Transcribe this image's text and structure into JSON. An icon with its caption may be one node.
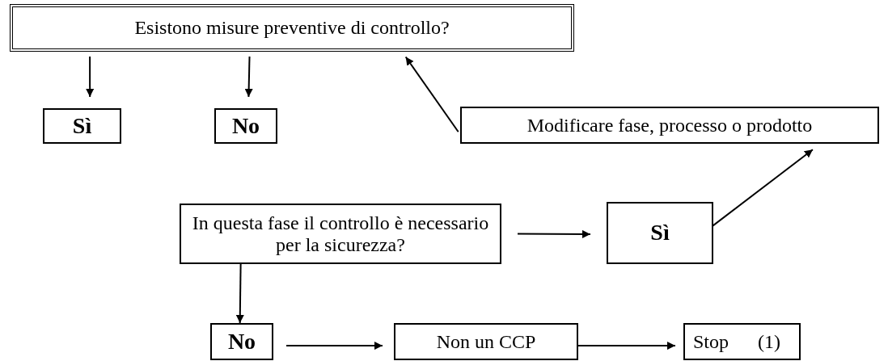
{
  "diagram": {
    "nodes": [
      {
        "text": [
          "Esistono misure preventive di controllo?"
        ]
      },
      {
        "text": [
          "Sì"
        ]
      },
      {
        "text": [
          "No"
        ]
      },
      {
        "text": [
          "Modificare fase, processo o prodotto"
        ]
      },
      {
        "text": [
          "In questa fase il controllo è necessario per la sicurezza?"
        ]
      },
      {
        "text": [
          "Sì"
        ]
      },
      {
        "text": [
          "No"
        ]
      },
      {
        "text": [
          "Non un CCP"
        ]
      },
      {
        "text": [
          "Stop",
          "(1)"
        ]
      }
    ],
    "edges": [
      {
        "from": 0,
        "to": 1,
        "arrow": "to"
      },
      {
        "from": 0,
        "to": 2,
        "arrow": "to"
      },
      {
        "from": 3,
        "to": 0,
        "arrow": "to"
      },
      {
        "from": 4,
        "to": 5,
        "arrow": "to"
      },
      {
        "from": 5,
        "to": 3,
        "arrow": "to"
      },
      {
        "from": 4,
        "to": 6,
        "arrow": "to"
      },
      {
        "from": 6,
        "to": 7,
        "arrow": "to"
      },
      {
        "from": 7,
        "to": 8,
        "arrow": "to"
      }
    ]
  }
}
